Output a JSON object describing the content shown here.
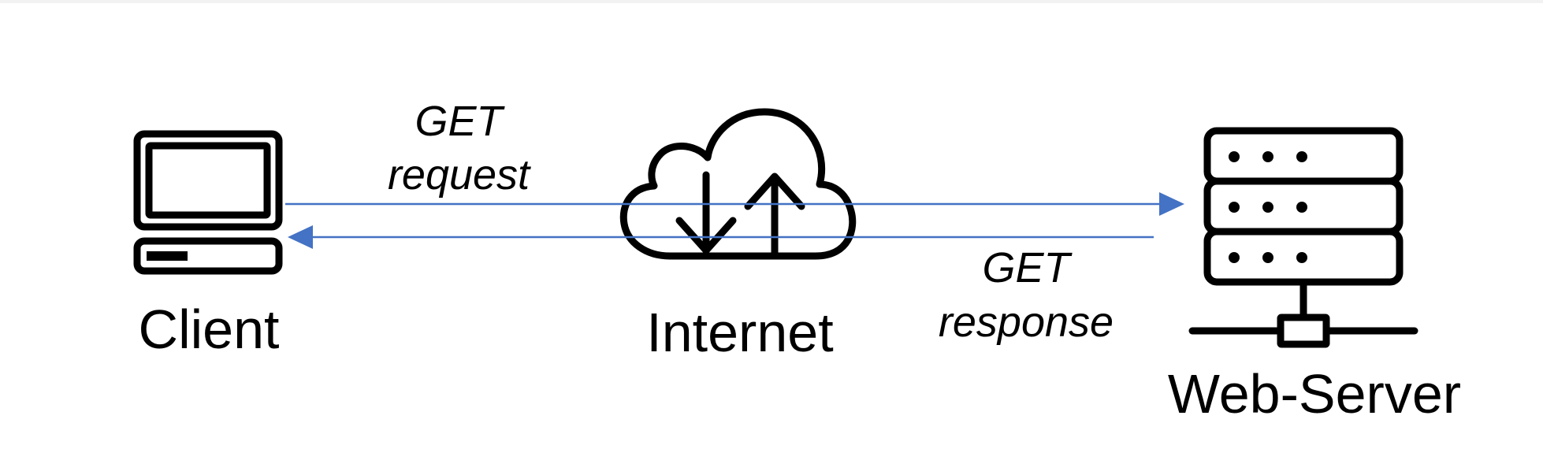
{
  "diagram": {
    "nodes": {
      "client": {
        "label": "Client",
        "icon": "laptop-icon"
      },
      "internet": {
        "label": "Internet",
        "icon": "cloud-upload-download-icon"
      },
      "server": {
        "label": "Web-Server",
        "icon": "server-rack-icon"
      }
    },
    "edges": {
      "request": {
        "from": "Client",
        "to": "Web-Server",
        "line1": "GET",
        "line2": "request"
      },
      "response": {
        "from": "Web-Server",
        "to": "Client",
        "line1": "GET",
        "line2": "response"
      }
    },
    "colors": {
      "arrow": "#4472C4",
      "icon": "#000000",
      "text": "#000000",
      "background": "#FFFFFF"
    }
  }
}
